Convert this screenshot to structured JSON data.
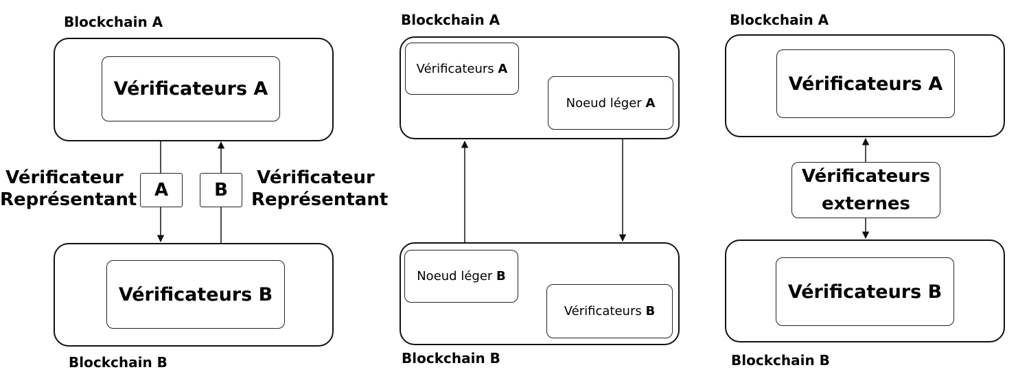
{
  "panel1": {
    "top_chain_label": "Blockchain A",
    "bottom_chain_label": "Blockchain B",
    "top_validators": "Vérificateurs A",
    "bottom_validators": "Vérificateurs B",
    "left_rep": {
      "line1": "Vérificateur",
      "line2": "Représentant"
    },
    "right_rep": {
      "line1": "Vérificateur",
      "line2": "Représentant"
    },
    "tag_a": "A",
    "tag_b": "B"
  },
  "panel2": {
    "top_chain_label": "Blockchain A",
    "bottom_chain_label": "Blockchain B",
    "validators_a": {
      "text": "Vérificateurs",
      "suffix": "A"
    },
    "light_node_a": {
      "text": "Noeud léger",
      "suffix": "A"
    },
    "light_node_b": {
      "text": "Noeud léger",
      "suffix": "B"
    },
    "validators_b": {
      "text": "Vérificateurs",
      "suffix": "B"
    }
  },
  "panel3": {
    "top_chain_label": "Blockchain A",
    "bottom_chain_label": "Blockchain B",
    "top_validators": "Vérificateurs A",
    "bottom_validators": "Vérificateurs B",
    "external": {
      "line1": "Vérificateurs",
      "line2": "externes"
    }
  }
}
